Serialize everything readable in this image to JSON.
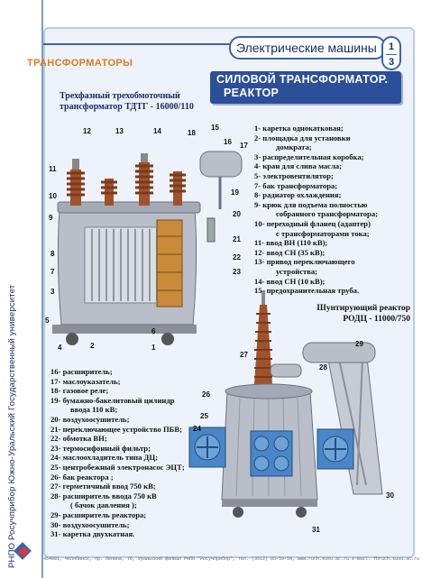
{
  "sidebar": {
    "text": "РНПО Росучприбор    Южно-Уральский Государственный университет"
  },
  "header": {
    "title": "Электрические машины",
    "page_num_top": "1",
    "page_num_bottom": "3"
  },
  "section_title": "ТРАНСФОРМАТОРЫ",
  "banner": {
    "line1": "СИЛОВОЙ  ТРАНСФОРМАТОР.",
    "line2": "РЕАКТОР"
  },
  "transformer_caption": {
    "line1": "Трехфазный  трехобмоточный",
    "line2": "трансформатор  ТДТГ - 16000/110"
  },
  "parts": [
    {
      "text": "1- каретка  однокатковая;"
    },
    {
      "text": "2- площадка  для  установки"
    },
    {
      "text": "домкрата;",
      "cont": true
    },
    {
      "text": "3- распределительная коробка;"
    },
    {
      "text": "4- кран для слива масла;"
    },
    {
      "text": "5- электровентилятор;"
    },
    {
      "text": "7- бак  трансформатора;"
    },
    {
      "text": "8- радиатор  охлаждения;"
    },
    {
      "text": "9- крюк для подъема полностью"
    },
    {
      "text": "собранного трансформатора;",
      "cont": true
    },
    {
      "text": "10- переходный  фланец (адаптер)"
    },
    {
      "text": "с  трансформаторами  тока;",
      "cont": true
    },
    {
      "text": "11- ввод  ВН  (110 кВ);"
    },
    {
      "text": "12- ввод  СН  (35  кВ);"
    },
    {
      "text": "13- привод переключающего"
    },
    {
      "text": "устройства;",
      "cont": true
    },
    {
      "text": "14- ввод  СН  (10  кВ);"
    },
    {
      "text": "15- предохранительная  труба."
    }
  ],
  "reactor_caption": {
    "line1": "Шунтирующий  реактор",
    "line2": "РОДЦ - 11000/750"
  },
  "reactor_parts": [
    {
      "text": "16- расширитель;"
    },
    {
      "text": "17- маслоуказатель;"
    },
    {
      "text": "18- газовое  реле;"
    },
    {
      "text": "19- бумажно-бакелитовый цилиндр"
    },
    {
      "text": "ввода  110 кВ;",
      "cont": true
    },
    {
      "text": "20- воздухоосушитель;"
    },
    {
      "text": "21- переключающее устройство ПБВ;"
    },
    {
      "text": "22- обмотка  ВН;"
    },
    {
      "text": "23- термосифонный  фильтр;"
    },
    {
      "text": "24- маслоохладитель  типа  ДЦ;"
    },
    {
      "text": "25- центробежный  электронасос  ЭЦТ;"
    },
    {
      "text": "26- бак  реактора ;"
    },
    {
      "text": "27- герметичный  ввод  750  кВ;"
    },
    {
      "text": "28- расширитель  ввода  750  кВ"
    },
    {
      "text": "( бачок  давления );",
      "cont": true
    },
    {
      "text": "29- расширитель  реактора;"
    },
    {
      "text": "30- воздухоосушитель;"
    },
    {
      "text": "31- каретка  двухкатная."
    }
  ],
  "transformer_numbers": [
    "12",
    "13",
    "14",
    "18",
    "15",
    "16",
    "17",
    "11",
    "19",
    "10",
    "9",
    "20",
    "21",
    "8",
    "22",
    "7",
    "23",
    "3",
    "5",
    "4",
    "2",
    "6",
    "1"
  ],
  "reactor_numbers": [
    "29",
    "28",
    "27",
    "26",
    "25",
    "24",
    "30",
    "31"
  ],
  "footer": "454081, Челябинск, пр. Ленина, 76, Уральский филиал РНПО \"Росучприбор\", тел. (3512) 65-59-59, www.ruch.susu.ac.ru   e-mail: fbruch.susu.ac.ru"
}
